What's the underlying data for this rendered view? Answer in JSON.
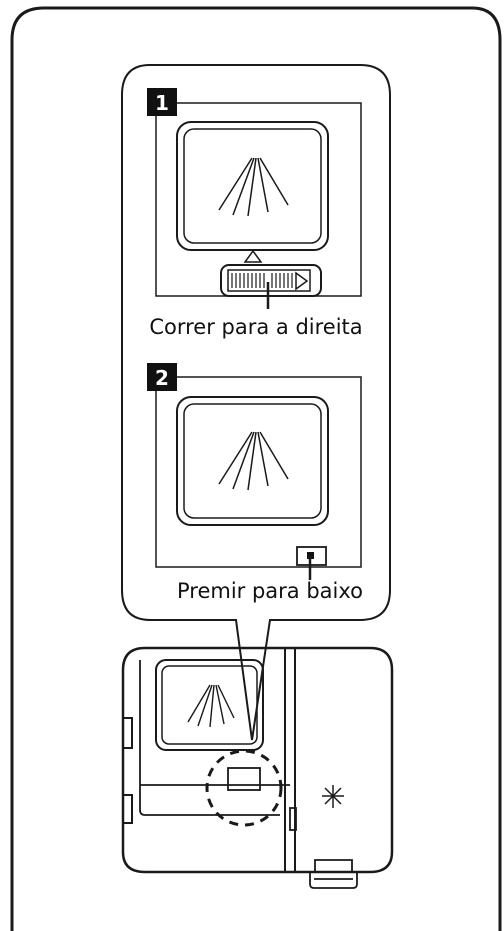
{
  "steps": [
    {
      "number": "1",
      "caption": "Correr para a direita"
    },
    {
      "number": "2",
      "caption": "Premir para baixo"
    }
  ],
  "icons": [
    "rinse-aid-spray-icon",
    "slider-arrow-right-icon",
    "triangle-pointer-icon",
    "sun-rinse-indicator-icon"
  ],
  "colors": {
    "line": "#1a1a1a",
    "panel_bg": "#ffffff"
  }
}
